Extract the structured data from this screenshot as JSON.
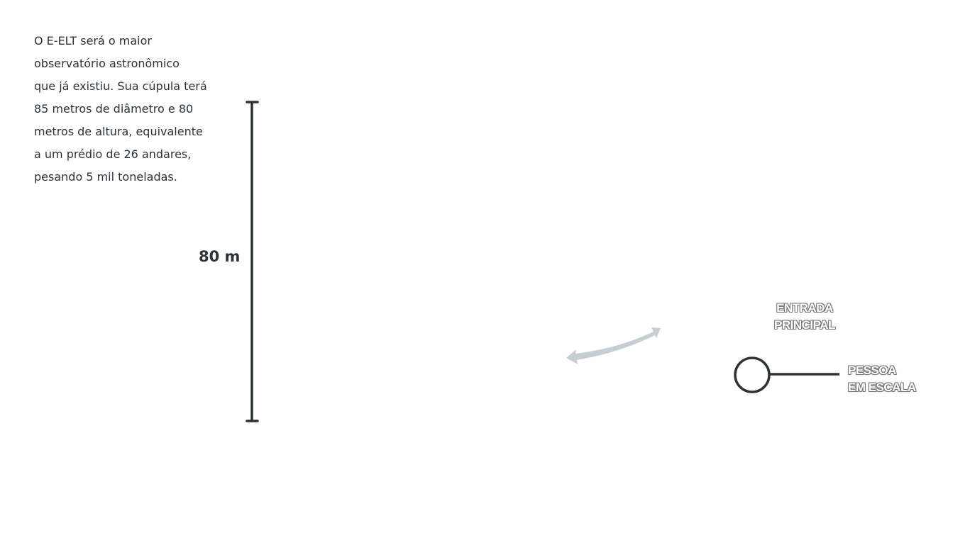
{
  "description": {
    "lines": [
      "O E-ELT será o maior",
      "observatório astronômico",
      "que já existiu. Sua cúpula terá",
      "85 metros de diâmetro e 80",
      "metros de altura, equivalente",
      "a um prédio de 26 andares,",
      "pesando 5 mil toneladas."
    ]
  },
  "height_scale": {
    "label": "80 m",
    "value_m": 80
  },
  "entrance_label": {
    "lines": [
      "ENTRADA",
      "PRINCIPAL"
    ]
  },
  "person_label": {
    "lines": [
      "PESSOA",
      "EM ESCALA"
    ]
  },
  "colors": {
    "ink": "#2c3338",
    "arrow": "#c5ced3"
  }
}
